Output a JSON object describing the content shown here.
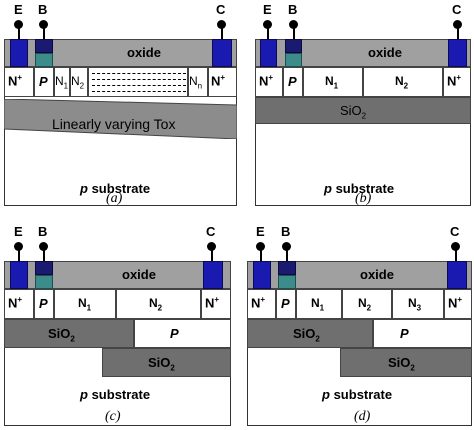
{
  "panels": {
    "a": {
      "caption": "(a)",
      "pins": {
        "e": "E",
        "b": "B",
        "c": "C"
      },
      "oxide": "oxide",
      "n_plus_left": "N",
      "p": "P",
      "n1": "N",
      "n1_sub": "1",
      "n2": "N",
      "n2_sub": "2",
      "nn": "N",
      "nn_sub": "n",
      "n_plus_right": "N",
      "tox": "Linearly varying Tox",
      "substrate_p": "p",
      "substrate": "substrate"
    },
    "b": {
      "caption": "(b)",
      "pins": {
        "e": "E",
        "b": "B",
        "c": "C"
      },
      "oxide": "oxide",
      "n_plus_left": "N",
      "p": "P",
      "n1": "N",
      "n1_sub": "1",
      "n2": "N",
      "n2_sub": "2",
      "n_plus_right": "N",
      "sio2": "SiO",
      "sio2_sub": "2",
      "substrate_p": "p",
      "substrate": "substrate"
    },
    "c": {
      "caption": "(c)",
      "pins": {
        "e": "E",
        "b": "B",
        "c": "C"
      },
      "oxide": "oxide",
      "n_plus_left": "N",
      "p": "P",
      "n1": "N",
      "n1_sub": "1",
      "n2": "N",
      "n2_sub": "2",
      "n_plus_right": "N",
      "sio2_left": "SiO",
      "sio2_left_sub": "2",
      "p_mid": "P",
      "sio2_right": "SiO",
      "sio2_right_sub": "2",
      "substrate_p": "p",
      "substrate": "substrate"
    },
    "d": {
      "caption": "(d)",
      "pins": {
        "e": "E",
        "b": "B",
        "c": "C"
      },
      "oxide": "oxide",
      "n_plus_left": "N",
      "p": "P",
      "n1": "N",
      "n1_sub": "1",
      "n2": "N",
      "n2_sub": "2",
      "n3": "N",
      "n3_sub": "3",
      "n_plus_right": "N",
      "sio2_left": "SiO",
      "sio2_left_sub": "2",
      "p_mid": "P",
      "sio2_right": "SiO",
      "sio2_right_sub": "2",
      "substrate_p": "p",
      "substrate": "substrate"
    }
  },
  "plus": "+"
}
